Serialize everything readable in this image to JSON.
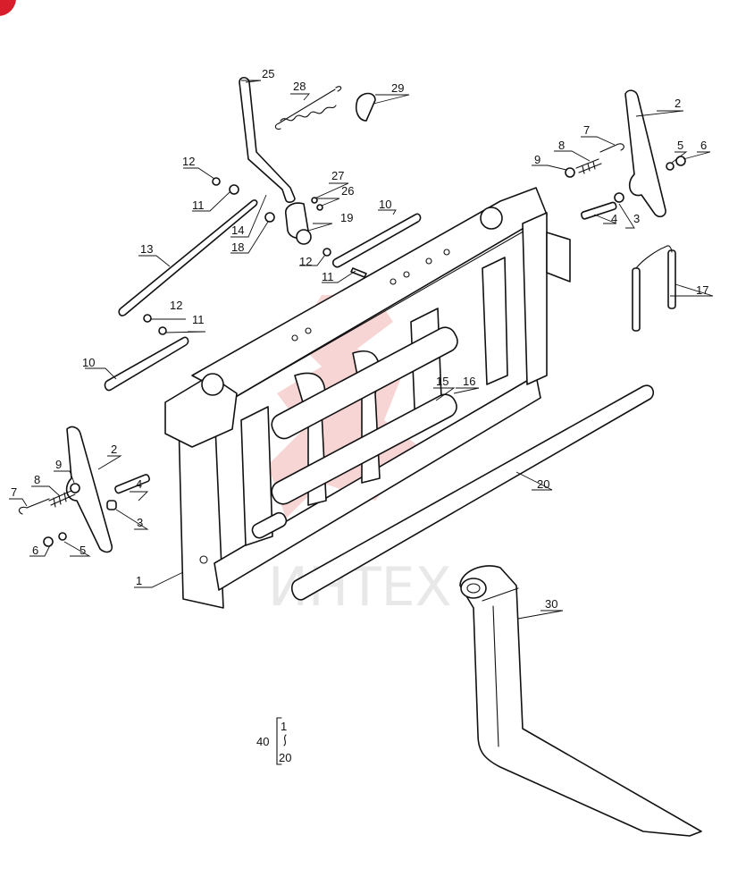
{
  "watermark": {
    "text": "ИНТЕХ",
    "color": "#f0a3a3"
  },
  "badge": {
    "color": "#d81e2a"
  },
  "callouts": {
    "c1": "1",
    "c2a": "2",
    "c2b": "2",
    "c3a": "3",
    "c3b": "3",
    "c4a": "4",
    "c4b": "4",
    "c5a": "5",
    "c5b": "5",
    "c6a": "6",
    "c6b": "6",
    "c7a": "7",
    "c7b": "7",
    "c8a": "8",
    "c8b": "8",
    "c9a": "9",
    "c9b": "9",
    "c10a": "10",
    "c10b": "10",
    "c11a": "11",
    "c11b": "11",
    "c11c": "11",
    "c12a": "12",
    "c12b": "12",
    "c12c": "12",
    "c13": "13",
    "c14": "14",
    "c15": "15",
    "c16": "16",
    "c17": "17",
    "c18": "18",
    "c19": "19",
    "c20": "20",
    "c25": "25",
    "c26": "26",
    "c27": "27",
    "c28": "28",
    "c29": "29",
    "c30": "30"
  },
  "kit": {
    "number": "40",
    "from": "1",
    "to": "20"
  }
}
